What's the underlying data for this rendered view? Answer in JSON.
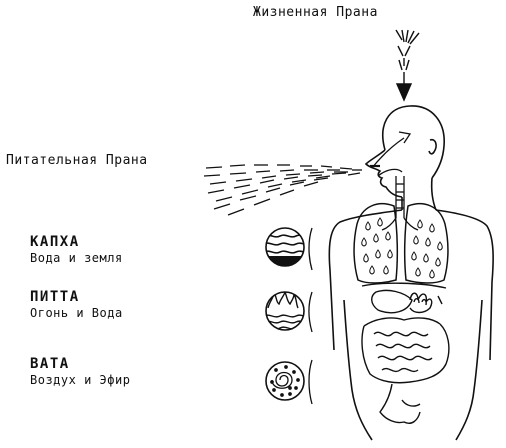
{
  "labels": {
    "vital_prana": "Жизненная Прана",
    "nutritive_prana": "Питательная Прана"
  },
  "doshas": [
    {
      "name": "КАПХА",
      "elements": "Вода и земля"
    },
    {
      "name": "ПИТТА",
      "elements": "Огонь и Вода"
    },
    {
      "name": "ВАТА",
      "elements": "Воздух и Эфир"
    }
  ],
  "colors": {
    "ink": "#111111",
    "paper": "#ffffff"
  }
}
